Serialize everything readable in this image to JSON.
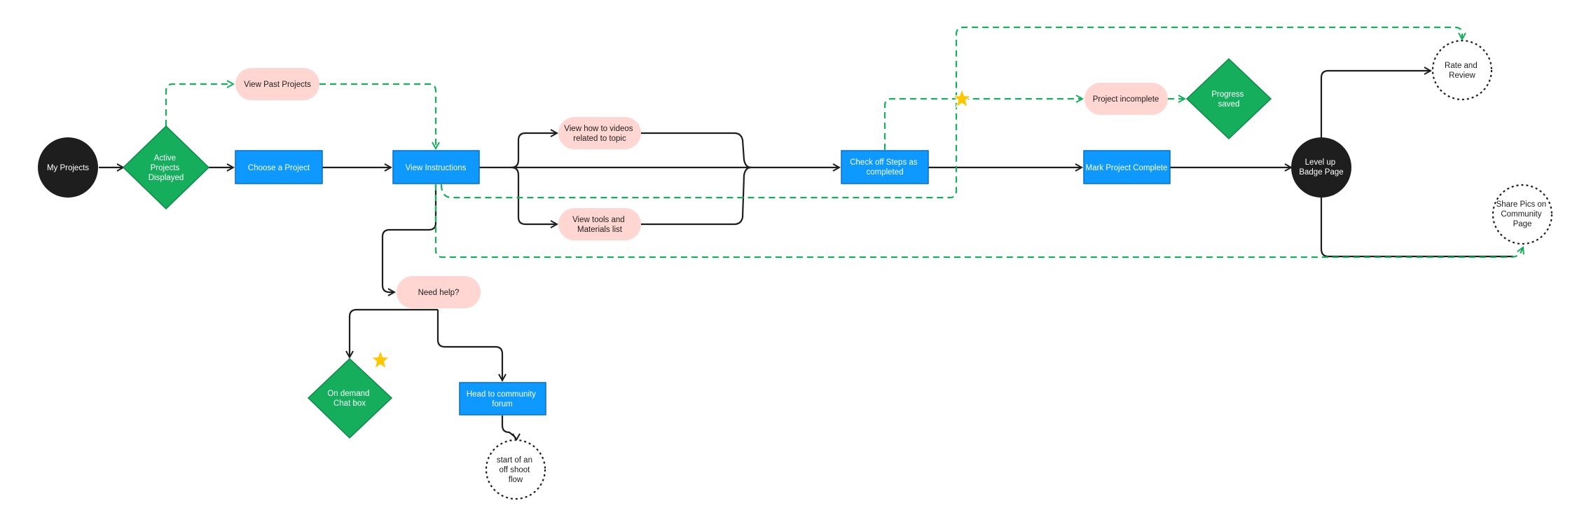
{
  "colors": {
    "black_node": "#1e1e1e",
    "green_node": "#14ae5c",
    "blue_node": "#0d99ff",
    "pink_node": "#ffd6d1",
    "solid_connector": "#1e1e1e",
    "dashed_connector": "#14ae5c",
    "star": "#ffc700",
    "white_text": "#ffffff",
    "dark_text": "#1e1e1e"
  },
  "nodes": {
    "my_projects": "My Projects",
    "active_projects": [
      "Active",
      "Projects",
      "Displayed"
    ],
    "view_past_projects": "View Past Projects",
    "choose_project": "Choose a Project",
    "view_instructions": "View Instructions",
    "view_videos": [
      "View how to videos",
      "related to topic"
    ],
    "view_tools": [
      "View tools and",
      "Materials list"
    ],
    "need_help": "Need help?",
    "chat_box": [
      "On demand",
      "Chat box"
    ],
    "community_forum": [
      "Head to community",
      "forum"
    ],
    "offshoot": [
      "start of an",
      "off shoot",
      "flow"
    ],
    "check_off_steps": [
      "Check off Steps as",
      "completed"
    ],
    "project_incomplete": "Project incomplete",
    "progress_saved": [
      "Progress",
      "saved"
    ],
    "mark_complete": "Mark Project Complete",
    "level_up": [
      "Level up",
      "Badge Page"
    ],
    "rate_review": [
      "Rate and",
      "Review"
    ],
    "share_pics": [
      "Share Pics on",
      "Community",
      "Page"
    ]
  },
  "icons": {
    "star_near_chat": "star-icon",
    "star_on_dashed_path": "star-icon"
  }
}
